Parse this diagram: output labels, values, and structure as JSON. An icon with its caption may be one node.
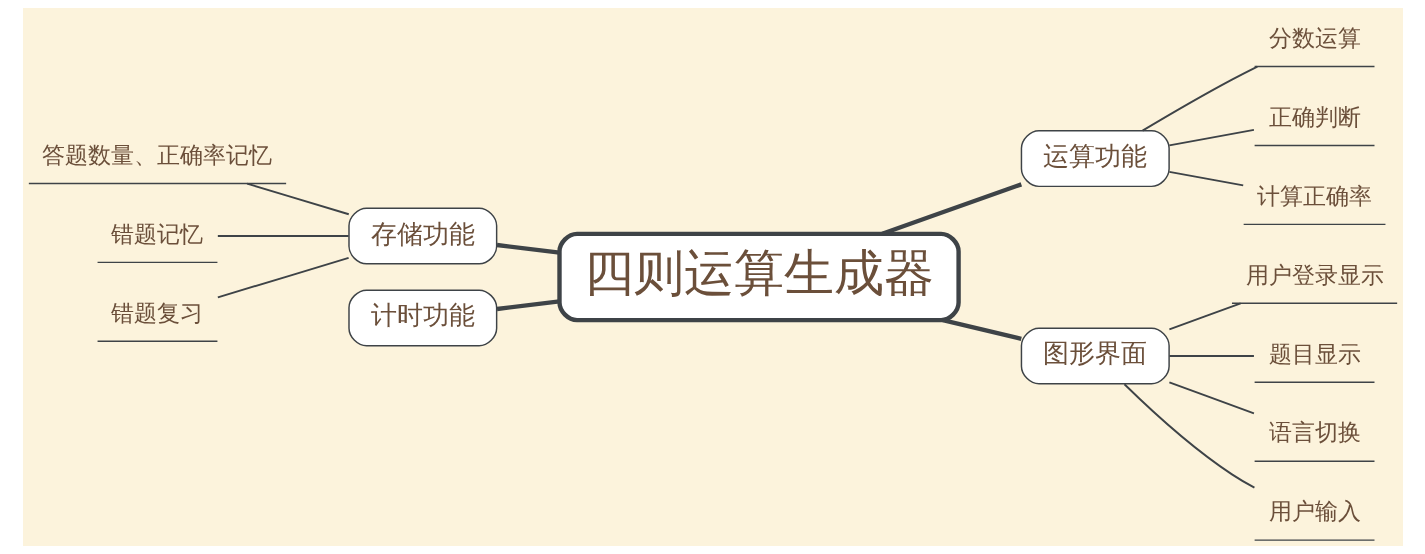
{
  "diagram": {
    "nodes": [
      {
        "text": [
          "四则运算生成器"
        ]
      },
      {
        "text": [
          "运算功能"
        ]
      },
      {
        "text": [
          "分数运算"
        ]
      },
      {
        "text": [
          "正确判断"
        ]
      },
      {
        "text": [
          "计算正确率"
        ]
      },
      {
        "text": [
          "存储功能"
        ]
      },
      {
        "text": [
          "答题数量、正确率记忆"
        ]
      },
      {
        "text": [
          "错题记忆"
        ]
      },
      {
        "text": [
          "错题复习"
        ]
      },
      {
        "text": [
          "计时功能"
        ]
      },
      {
        "text": [
          "图形界面"
        ]
      },
      {
        "text": [
          "用户登录显示"
        ]
      },
      {
        "text": [
          "题目显示"
        ]
      },
      {
        "text": [
          "语言切换"
        ]
      },
      {
        "text": [
          "用户输入"
        ]
      }
    ],
    "edges": [
      {
        "from": 0,
        "to": 1,
        "arrow": "none",
        "style": "thick"
      },
      {
        "from": 1,
        "to": 2,
        "arrow": "none"
      },
      {
        "from": 1,
        "to": 3,
        "arrow": "none"
      },
      {
        "from": 1,
        "to": 4,
        "arrow": "none"
      },
      {
        "from": 0,
        "to": 5,
        "arrow": "none",
        "style": "thick"
      },
      {
        "from": 5,
        "to": 6,
        "arrow": "none"
      },
      {
        "from": 5,
        "to": 7,
        "arrow": "none"
      },
      {
        "from": 5,
        "to": 8,
        "arrow": "none"
      },
      {
        "from": 0,
        "to": 9,
        "arrow": "none",
        "style": "thick"
      },
      {
        "from": 0,
        "to": 10,
        "arrow": "none",
        "style": "thick"
      },
      {
        "from": 10,
        "to": 11,
        "arrow": "none"
      },
      {
        "from": 10,
        "to": 12,
        "arrow": "none"
      },
      {
        "from": 10,
        "to": 13,
        "arrow": "none"
      },
      {
        "from": 10,
        "to": 14,
        "arrow": "none"
      }
    ]
  }
}
